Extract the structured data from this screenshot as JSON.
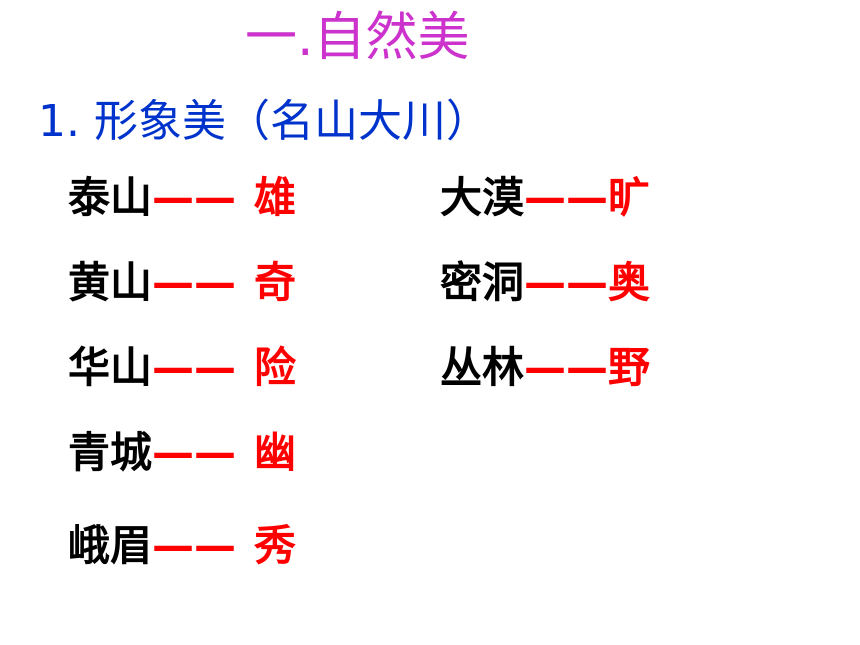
{
  "colors": {
    "title": "#cc33cc",
    "subtitle": "#0033cc",
    "place": "#000000",
    "accent": "#ff0000"
  },
  "title": "一.自然美",
  "subtitle": "1. 形象美（名山大川）",
  "left_column": [
    {
      "place": "泰山",
      "dash": "——",
      "quality": "雄"
    },
    {
      "place": "黄山",
      "dash": "——",
      "quality": "奇"
    },
    {
      "place": "华山",
      "dash": "——",
      "quality": "险"
    },
    {
      "place": "青城",
      "dash": "——",
      "quality": "幽"
    },
    {
      "place": "峨眉",
      "dash": "——",
      "quality": "秀"
    }
  ],
  "right_column": [
    {
      "place": "大漠",
      "dash": "——",
      "quality": "旷"
    },
    {
      "place": "密洞",
      "dash": "——",
      "quality": "奥"
    },
    {
      "place": "丛林",
      "dash": "——",
      "quality": "野"
    }
  ]
}
